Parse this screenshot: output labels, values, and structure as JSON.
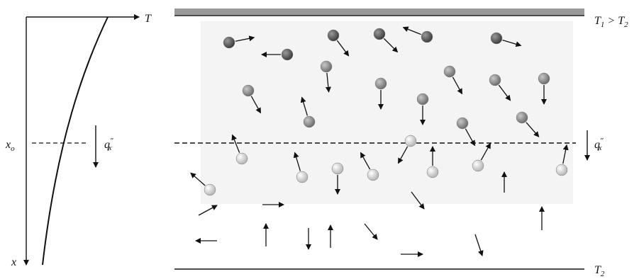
{
  "labels": {
    "axis_T": "T",
    "axis_x": "x",
    "x0": "x",
    "x0_sub": "o",
    "flux_left": "q",
    "flux_left_prime": "″",
    "flux_left_sub": "x",
    "flux_right": "q",
    "flux_right_prime": "″",
    "flux_right_sub": "x",
    "top_condition_T1": "T",
    "top_condition_T1_sub": "1",
    "top_condition_rel": " > T",
    "top_condition_T2_sub": "2",
    "bottom_T2": "T",
    "bottom_T2_sub": "2"
  },
  "colors": {
    "hot_molecule": "#555555",
    "mid_molecule": "#8a8a8a",
    "cold_molecule": "#d6d6d6",
    "gas_region": "#f4f4f4",
    "wall_top": "#9a9a9a",
    "line": "#111111"
  },
  "molecules": [
    {
      "tone": "hot",
      "dir": [
        1,
        -0.2
      ]
    },
    {
      "tone": "hot",
      "dir": [
        -1,
        0
      ]
    },
    {
      "tone": "hot",
      "dir": [
        0.6,
        0.8
      ]
    },
    {
      "tone": "hot",
      "dir": [
        0.7,
        0.7
      ]
    },
    {
      "tone": "hot",
      "dir": [
        -1,
        -0.4
      ]
    },
    {
      "tone": "hot",
      "dir": [
        1,
        0.3
      ]
    },
    {
      "tone": "mid",
      "dir": [
        0.1,
        1
      ]
    },
    {
      "tone": "mid",
      "dir": [
        0.5,
        0.9
      ]
    },
    {
      "tone": "mid",
      "dir": [
        0,
        1
      ]
    },
    {
      "tone": "mid",
      "dir": [
        0.6,
        0.8
      ]
    },
    {
      "tone": "mid",
      "dir": [
        -0.3,
        -1
      ]
    },
    {
      "tone": "mid",
      "dir": [
        0.5,
        0.9
      ]
    },
    {
      "tone": "mid",
      "dir": [
        0,
        1
      ]
    },
    {
      "tone": "mid",
      "dir": [
        0.5,
        0.9
      ]
    },
    {
      "tone": "mid",
      "dir": [
        0,
        1
      ]
    },
    {
      "tone": "mid",
      "dir": [
        0.7,
        0.8
      ]
    },
    {
      "tone": "cold",
      "dir": [
        -0.4,
        -1
      ]
    },
    {
      "tone": "cold",
      "dir": [
        -0.3,
        -1
      ]
    },
    {
      "tone": "cold",
      "dir": [
        0,
        1
      ]
    },
    {
      "tone": "cold",
      "dir": [
        -0.5,
        -0.9
      ]
    },
    {
      "tone": "cold",
      "dir": [
        -0.5,
        0.9
      ]
    },
    {
      "tone": "cold",
      "dir": [
        0,
        -1
      ]
    },
    {
      "tone": "cold",
      "dir": [
        0.5,
        -0.9
      ]
    },
    {
      "tone": "cold",
      "dir": [
        0.2,
        -1
      ]
    },
    {
      "tone": "cold",
      "dir": [
        -0.8,
        -0.7
      ]
    }
  ]
}
